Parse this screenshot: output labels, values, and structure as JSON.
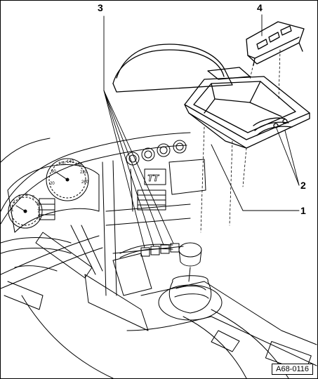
{
  "figure": {
    "reference_code": "A68-0116",
    "callouts": [
      {
        "id": "1",
        "label": "1"
      },
      {
        "id": "2",
        "label": "2"
      },
      {
        "id": "3",
        "label": "3"
      },
      {
        "id": "4",
        "label": "4"
      }
    ],
    "dashboard": {
      "tachometer_numbers": [
        "1",
        "2",
        "3",
        "4",
        "5",
        "6",
        "7"
      ],
      "speedometer_numbers": [
        "20",
        "60",
        "100",
        "140",
        "180",
        "220",
        "260"
      ],
      "logo_text": "TT"
    }
  }
}
